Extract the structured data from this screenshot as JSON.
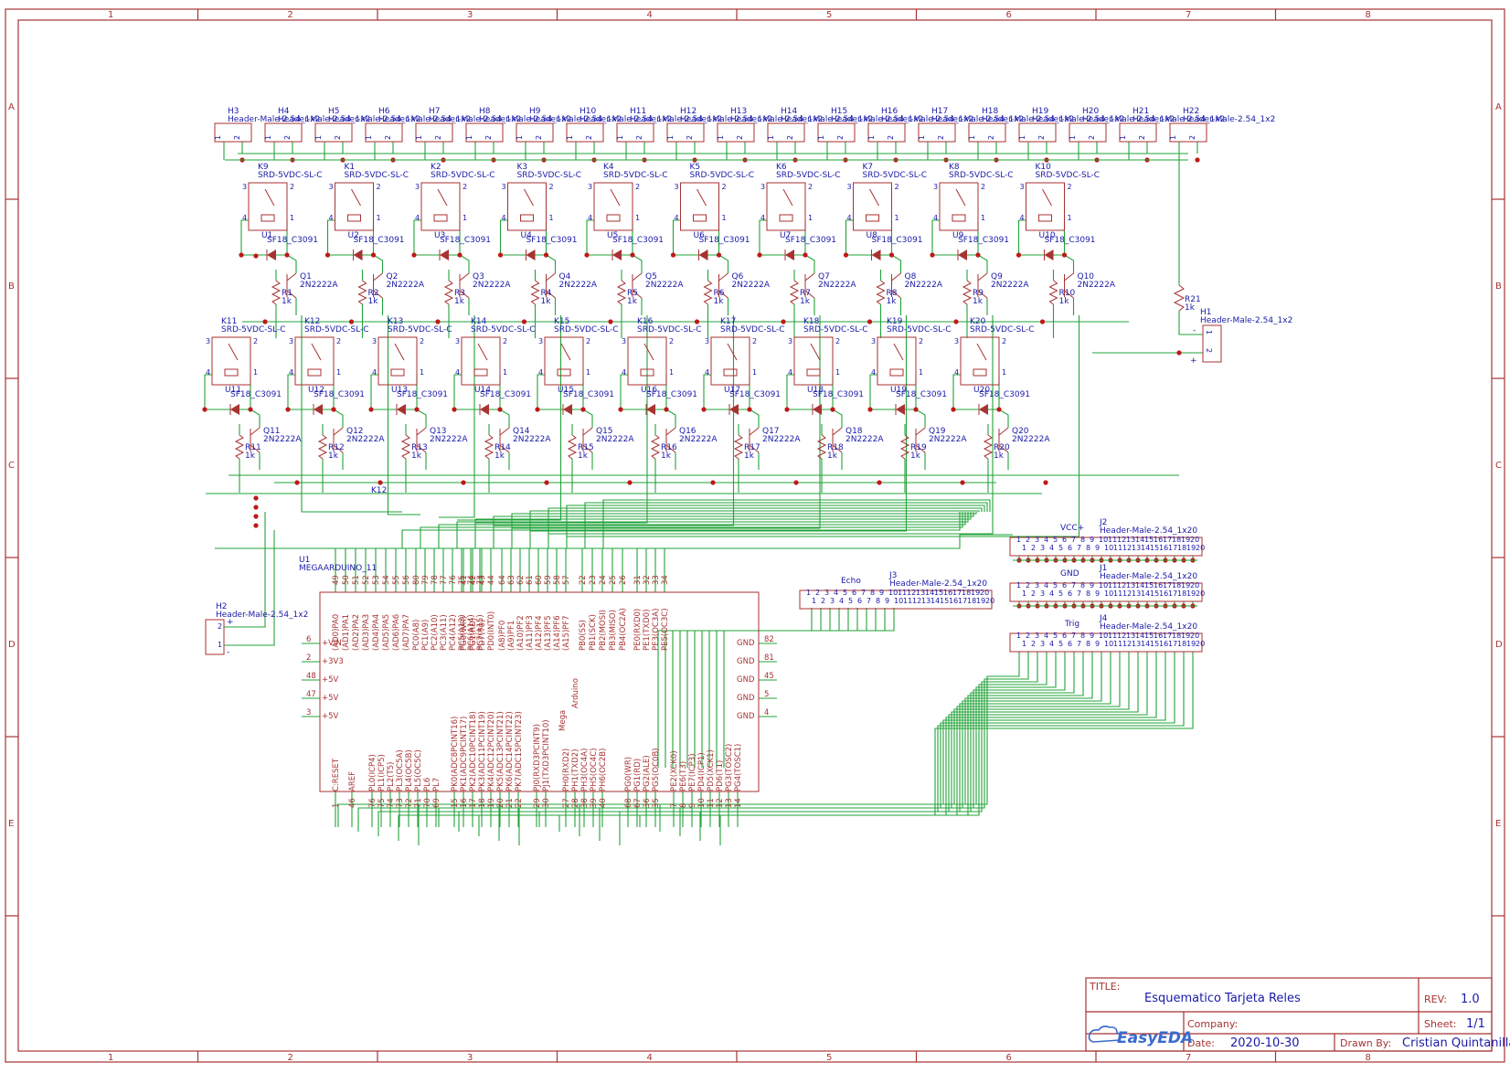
{
  "sheet": {
    "columns": [
      "1",
      "2",
      "3",
      "4",
      "5",
      "6",
      "7",
      "8"
    ],
    "rows": [
      "A",
      "B",
      "C",
      "D",
      "E"
    ]
  },
  "headers_top": {
    "refs": [
      "H3",
      "H4",
      "H5",
      "H6",
      "H7",
      "H8",
      "H9",
      "H10",
      "H11",
      "H12",
      "H13",
      "H14",
      "H15",
      "H16",
      "H17",
      "H18",
      "H19",
      "H20",
      "H21",
      "H22"
    ],
    "part": "Header-Male-2.54_1x2",
    "pin1": "1",
    "pin2": "2"
  },
  "relays_top": {
    "refs": [
      "K9",
      "K1",
      "K2",
      "K3",
      "K4",
      "K5",
      "K6",
      "K7",
      "K8",
      "K10"
    ],
    "diodes": [
      "U1",
      "U2",
      "U3",
      "U4",
      "U5",
      "U6",
      "U7",
      "U8",
      "U9",
      "U10"
    ],
    "transistors": [
      "Q1",
      "Q2",
      "Q3",
      "Q4",
      "Q5",
      "Q6",
      "Q7",
      "Q8",
      "Q9",
      "Q10"
    ],
    "resistors": [
      "R1",
      "R2",
      "R3",
      "R4",
      "R5",
      "R6",
      "R7",
      "R8",
      "R9",
      "R10"
    ]
  },
  "relays_bottom": {
    "refs": [
      "K11",
      "K12",
      "K13",
      "K14",
      "K15",
      "K16",
      "K17",
      "K18",
      "K19",
      "K20"
    ],
    "diodes": [
      "U11",
      "U12",
      "U13",
      "U14",
      "U15",
      "U16",
      "U17",
      "U18",
      "U19",
      "U20"
    ],
    "transistors": [
      "Q11",
      "Q12",
      "Q13",
      "Q14",
      "Q15",
      "Q16",
      "Q17",
      "Q18",
      "Q19",
      "Q20"
    ],
    "resistors": [
      "R11",
      "R12",
      "R13",
      "R14",
      "R15",
      "R16",
      "R17",
      "R18",
      "R19",
      "R20"
    ]
  },
  "parts": {
    "relay": "SRD-5VDC-SL-C",
    "diode": "SF18_C3091",
    "transistor": "2N2222A",
    "resistor": "1k",
    "relay_pins": [
      "3",
      "2",
      "4",
      "1"
    ]
  },
  "r21": {
    "ref": "R21",
    "value": "1k"
  },
  "h1": {
    "ref": "H1",
    "part": "Header-Male-2.54_1x2",
    "pin1": "1",
    "pin2": "2",
    "minus": "-",
    "plus": "+"
  },
  "h2": {
    "ref": "H2",
    "part": "Header-Male-2.54_1x2",
    "pin1": "1",
    "pin2": "2",
    "minus": "-",
    "plus": "+"
  },
  "k12_label": "K12",
  "mcu": {
    "ref": "U1",
    "part": "MEGAARDUINO_11",
    "top_pins_a": [
      "49",
      "50",
      "51",
      "52",
      "53",
      "54",
      "55",
      "56"
    ],
    "top_pins_a_names": [
      "(AD0)PA0",
      "(AD1)PA1",
      "(AD2)PA2",
      "(AD3)PA3",
      "(AD4)PA4",
      "(AD5)PA5",
      "(AD6)PA6",
      "(AD7)PA7"
    ],
    "top_pins_b": [
      "80",
      "79",
      "78",
      "77",
      "76",
      "75",
      "74",
      "73"
    ],
    "top_pins_b_names": [
      "PC0(A8)",
      "PC1(A9)",
      "PC2(A10)",
      "PC3(A11)",
      "PC4(A12)",
      "PC5(A13)",
      "PC6(A14)",
      "PC7(A15)"
    ],
    "top_pins_c": [
      "41",
      "42",
      "43",
      "44"
    ],
    "top_pins_c_names": [
      "PG0(WR)",
      "PG1(RD)",
      "PD7(T0)",
      "PD0(INT0)"
    ],
    "top_pins_d": [
      "64",
      "63",
      "62",
      "61",
      "60",
      "59",
      "58",
      "57"
    ],
    "top_pins_d_names": [
      "(A8)PF0",
      "(A9)PF1",
      "(A10)PF2",
      "(A11)PF3",
      "(A12)PF4",
      "(A13)PF5",
      "(A14)PF6",
      "(A15)PF7"
    ],
    "top_pins_e": [
      "22",
      "23",
      "24",
      "25",
      "26"
    ],
    "top_pins_e_names": [
      "PB0(SS)",
      "PB1(SCK)",
      "PB2(MOSI)",
      "PB3(MISO)",
      "PB4(OC2A)"
    ],
    "top_pins_f": [
      "31",
      "32",
      "33",
      "34"
    ],
    "top_pins_f_names": [
      "PE0(RXD0)",
      "PE1(TXD0)",
      "PE3(OC3A)",
      "PE5(OC3C)"
    ],
    "left_pins": [
      {
        "num": "6",
        "name": "+VIN"
      },
      {
        "num": "2",
        "name": "+3V3"
      },
      {
        "num": "48",
        "name": "+5V"
      },
      {
        "num": "47",
        "name": "+5V"
      },
      {
        "num": "3",
        "name": "+5V"
      }
    ],
    "right_pins": [
      {
        "num": "82",
        "name": "GND"
      },
      {
        "num": "81",
        "name": "GND"
      },
      {
        "num": "45",
        "name": "GND"
      },
      {
        "num": "5",
        "name": "GND"
      },
      {
        "num": "4",
        "name": "GND"
      }
    ],
    "bottom_pins_a": [
      "1",
      "46"
    ],
    "bottom_pins_a_names": [
      "C:RESET",
      "AREF"
    ],
    "bottom_pins_b": [
      "76",
      "75",
      "74",
      "73",
      "72",
      "71",
      "70",
      "69"
    ],
    "bottom_pins_b_names": [
      "PL0(ICP4)",
      "PL1(ICP5)",
      "PL2(T5)",
      "PL3(OC5A)",
      "PL4(OC5B)",
      "PL5(OC5C)",
      "PL6",
      "PL7"
    ],
    "bottom_pins_c": [
      "15",
      "16",
      "17",
      "18",
      "19",
      "20",
      "21",
      "22"
    ],
    "bottom_pins_c_names": [
      "PK0(ADC8PCINT16)",
      "PK1(ADC9PCINT17)",
      "PK2(ADC10PCINT18)",
      "PK3(ADC11PCINT19)",
      "PK4(ADC12PCINT20)",
      "PK5(ADC13PCINT21)",
      "PK6(ADC14PCINT22)",
      "PK7(ADC15PCINT23)"
    ],
    "bottom_pins_d": [
      "29",
      "30"
    ],
    "bottom_pins_d_names": [
      "PJ0(RXD3PCINT9)",
      "PJ1(TXD3PCINT10)"
    ],
    "bottom_pins_e": [
      "27",
      "28",
      "38",
      "39",
      "40"
    ],
    "bottom_pins_e_names": [
      "PH0(RXD2)",
      "PH1(TXD2)",
      "PH3(OC4A)",
      "PH5(OC4C)",
      "PH6(OC2B)"
    ],
    "bottom_pins_f": [
      "68",
      "67",
      "36",
      "35"
    ],
    "bottom_pins_f_names": [
      "PG0(WR)",
      "PG1(RD)",
      "PG2(ALE)",
      "PG5(OC0B)"
    ],
    "bottom_pins_g": [
      "7",
      "8",
      "9",
      "10",
      "11",
      "12",
      "13",
      "14"
    ],
    "bottom_pins_g_names": [
      "PE2(XCK0)",
      "PE6(T3)",
      "PE7(ICP3)",
      "PD4(ICP1)",
      "PD5(XCK1)",
      "PD6(T1)",
      "PG3(TOSC2)",
      "PG4(TOSC1)"
    ],
    "mega_lbl": "Mega",
    "arduino_lbl": "Arduino"
  },
  "j3": {
    "ref": "J3",
    "part": "Header-Male-2.54_1x20",
    "title": "Echo"
  },
  "j2": {
    "ref": "J2",
    "part": "Header-Male-2.54_1x20",
    "title": "VCC+"
  },
  "j1": {
    "ref": "J1",
    "part": "Header-Male-2.54_1x20",
    "title": "GND"
  },
  "j4": {
    "ref": "J4",
    "part": "Header-Male-2.54_1x20",
    "title": "Trig"
  },
  "pin_numbers_20": [
    "1",
    "2",
    "3",
    "4",
    "5",
    "6",
    "7",
    "8",
    "9",
    "10",
    "11",
    "12",
    "13",
    "14",
    "15",
    "16",
    "17",
    "18",
    "19",
    "20"
  ],
  "title_block": {
    "title_label": "TITLE:",
    "title": "Esquematico Tarjeta Reles",
    "rev_label": "REV:",
    "rev": "1.0",
    "company_label": "Company:",
    "company": "",
    "sheet_label": "Sheet:",
    "sheet": "1/1",
    "date_label": "Date:",
    "date": "2020-10-30",
    "drawn_label": "Drawn By:",
    "drawn": "Cristian Quintanilla",
    "logo_text": "EasyEDA"
  },
  "colors": {
    "frame": "#a83232",
    "labels": "#1a1aa8",
    "wires": "#22a33a",
    "junction": "#c01818"
  }
}
